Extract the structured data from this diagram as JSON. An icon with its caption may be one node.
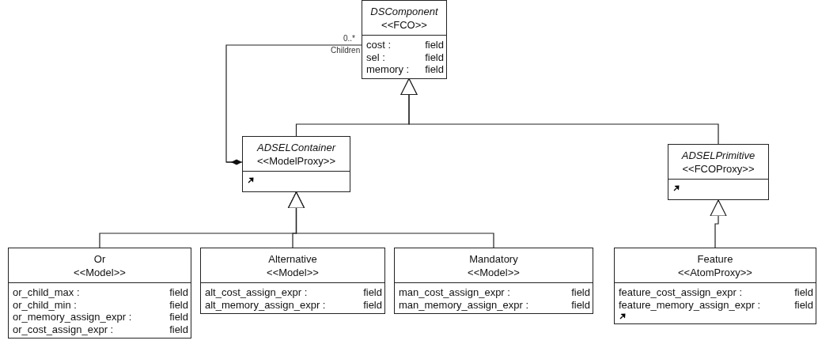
{
  "diagram": {
    "nodes": [
      {
        "text": [
          "DSComponent",
          "<<FCO>>",
          "cost :",
          "field",
          "sel :",
          "field",
          "memory :",
          "field"
        ]
      },
      {
        "text": [
          "ADSELContainer",
          "<<ModelProxy>>"
        ]
      },
      {
        "text": [
          "ADSELPrimitive",
          "<<FCOProxy>>"
        ]
      },
      {
        "text": [
          "Or",
          "<<Model>>",
          "or_child_max :",
          "field",
          "or_child_min :",
          "field",
          "or_memory_assign_expr :",
          "field",
          "or_cost_assign_expr :",
          "field"
        ]
      },
      {
        "text": [
          "Alternative",
          "<<Model>>",
          "alt_cost_assign_expr :",
          "field",
          "alt_memory_assign_expr :",
          "field"
        ]
      },
      {
        "text": [
          "Mandatory",
          "<<Model>>",
          "man_cost_assign_expr :",
          "field",
          "man_memory_assign_expr :",
          "field"
        ]
      },
      {
        "text": [
          "Feature",
          "<<AtomProxy>>",
          "feature_cost_assign_expr :",
          "field",
          "feature_memory_assign_expr :",
          "field"
        ]
      }
    ],
    "edges": [
      {
        "from": 1,
        "to": 0,
        "arrow": "to"
      },
      {
        "from": 2,
        "to": 0,
        "arrow": "to"
      },
      {
        "from": 3,
        "to": 1,
        "arrow": "to"
      },
      {
        "from": 4,
        "to": 1,
        "arrow": "to"
      },
      {
        "from": 5,
        "to": 1,
        "arrow": "to"
      },
      {
        "from": 6,
        "to": 2,
        "arrow": "to"
      },
      {
        "from": 0,
        "to": 1,
        "arrow": "other"
      }
    ],
    "labels": [
      "0..*",
      "Children"
    ]
  }
}
